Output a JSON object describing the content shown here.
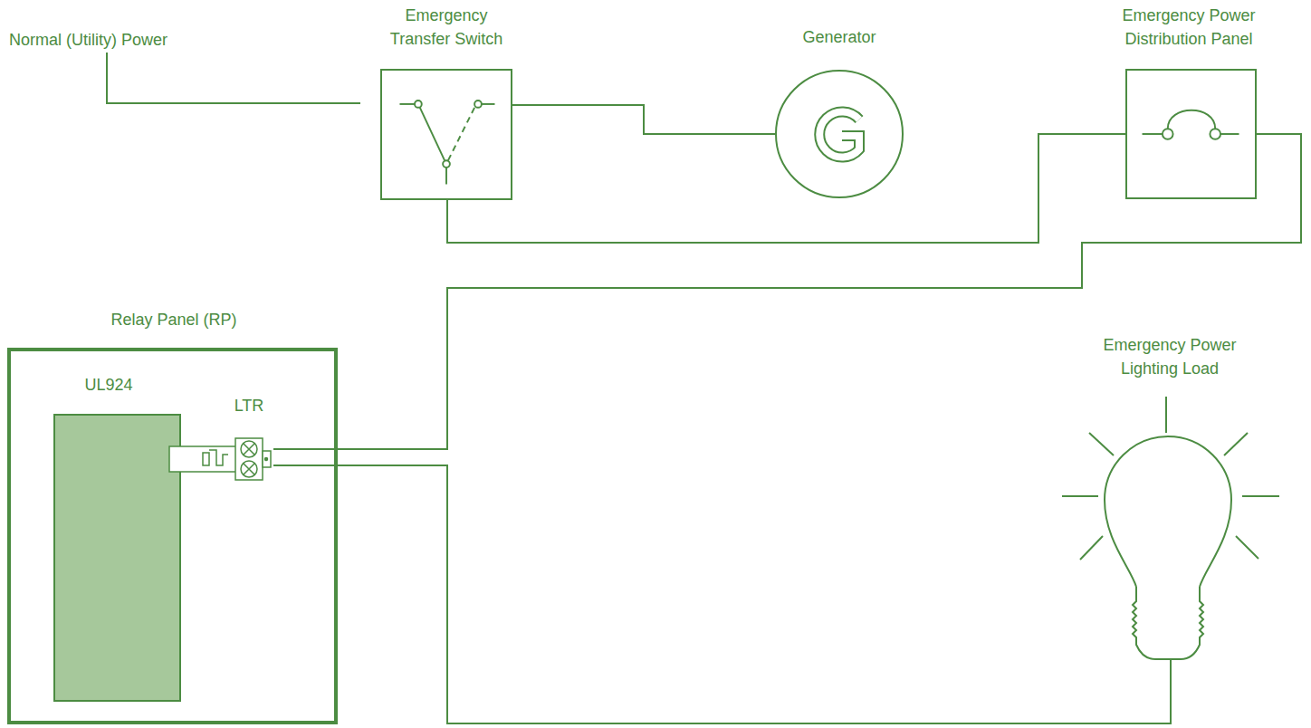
{
  "diagram": {
    "nodes": [
      {
        "text": [
          "Emergency Transfer Switch"
        ]
      },
      {
        "text": [
          "Generator"
        ]
      },
      {
        "text": [
          "Emergency Power Distribution Panel"
        ]
      },
      {
        "text": [
          "Relay Panel (RP)"
        ]
      },
      {
        "text": [
          "UL924"
        ],
        "in": 3
      },
      {
        "text": [
          "LTR"
        ],
        "in": 3
      },
      {
        "text": [
          "Emergency Power Lighting Load"
        ]
      }
    ],
    "edges": [
      {
        "from": 0,
        "to": 1,
        "arrow": "none"
      },
      {
        "from": 0,
        "to": 2,
        "arrow": "none"
      },
      {
        "from": 2,
        "to": 5,
        "arrow": "none"
      },
      {
        "from": 5,
        "to": 6,
        "arrow": "none"
      }
    ],
    "labels": [
      "Normal (Utility) Power"
    ]
  }
}
